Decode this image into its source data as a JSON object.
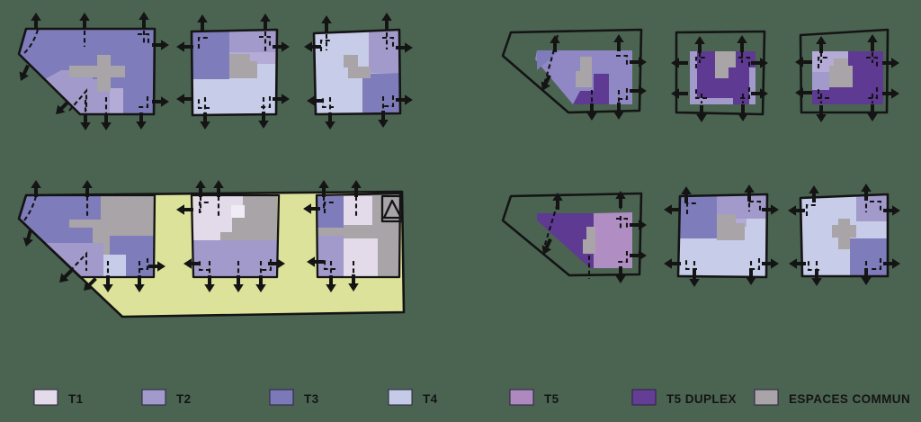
{
  "palette": {
    "background": "#4b6452",
    "ground": "#dce29a",
    "outline": "#141414",
    "t1": "#e3dbe9",
    "t1_light": "#efecf5",
    "t2": "#a29aca",
    "t2_light": "#b4abd7",
    "t2_dark": "#8f88c4",
    "t3": "#7e7cba",
    "t4": "#c7cce8",
    "t5": "#b08dc2",
    "t5_duplex": "#5e3a92",
    "commun": "#a8a4a8",
    "white": "#f2f1ee"
  },
  "legend": {
    "items": [
      {
        "id": "t1",
        "label": "T1",
        "color": "#e3dbe9"
      },
      {
        "id": "t2",
        "label": "T2",
        "color": "#a29aca"
      },
      {
        "id": "t3",
        "label": "T3",
        "color": "#7b79b7"
      },
      {
        "id": "t4",
        "label": "T4",
        "color": "#c5cae6"
      },
      {
        "id": "t5",
        "label": "T5",
        "color": "#ae89c0"
      },
      {
        "id": "t5_duplex",
        "label": "T5 DUPLEX",
        "color": "#643d95"
      },
      {
        "id": "commun",
        "label": "ESPACES COMMUN",
        "color": "#a8a4a8"
      }
    ]
  }
}
